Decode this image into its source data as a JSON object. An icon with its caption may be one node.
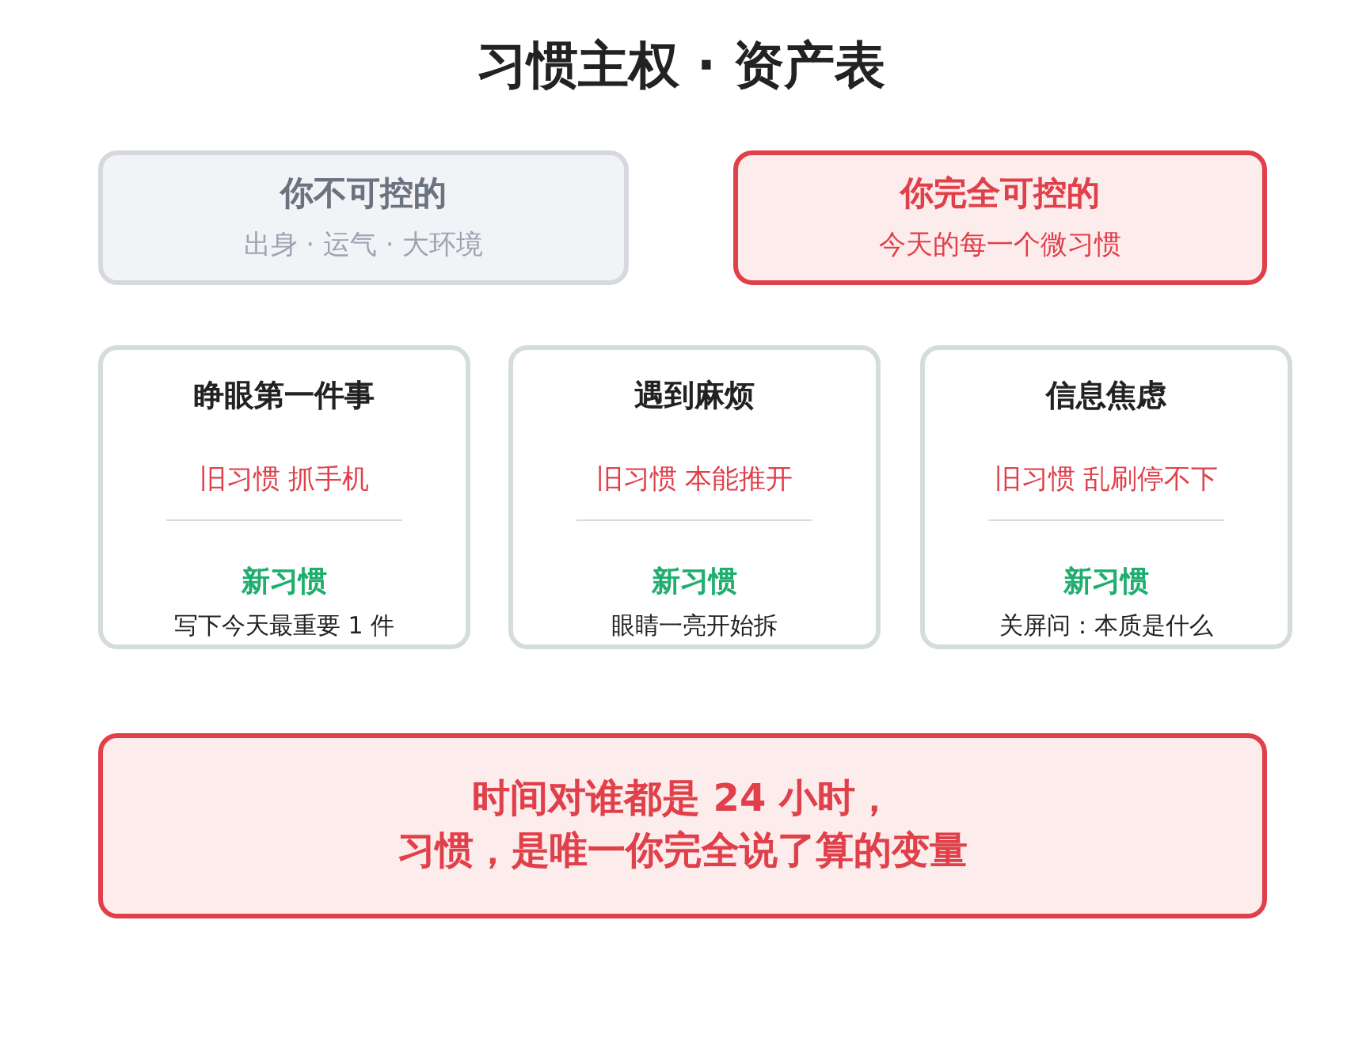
{
  "diagram": {
    "title": "习惯主权 · 资产表",
    "nodes": [
      {
        "text": [
          "你不可控的",
          "出身 · 运气 · 大环境"
        ]
      },
      {
        "text": [
          "你完全可控的",
          "今天的每一个微习惯"
        ]
      },
      {
        "text": [
          "睁眼第一件事",
          "旧习惯 抓手机",
          "新习惯",
          "写下今天最重要 1 件"
        ]
      },
      {
        "text": [
          "遇到麻烦",
          "旧习惯 本能推开",
          "新习惯",
          "眼睛一亮开始拆"
        ]
      },
      {
        "text": [
          "信息焦虑",
          "旧习惯 乱刷停不下",
          "新习惯",
          "关屏问：本质是什么"
        ]
      },
      {
        "text": [
          "时间对谁都是 24 小时，",
          "习惯，是唯一你完全说了算的变量"
        ]
      }
    ]
  }
}
